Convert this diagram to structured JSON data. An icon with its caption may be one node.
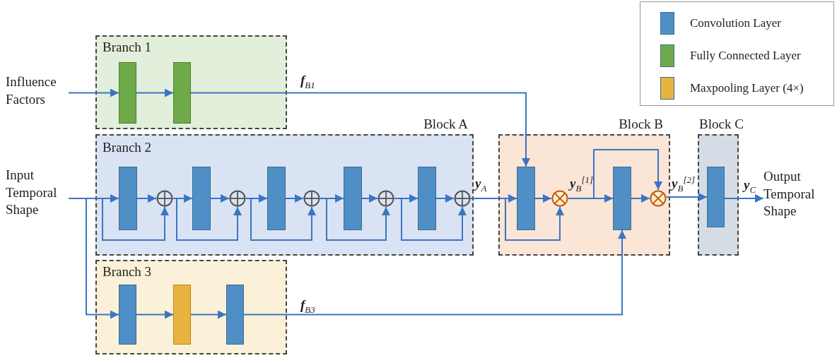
{
  "diagram": {
    "nodes": [
      {
        "text": [
          "Influence Factors"
        ]
      },
      {
        "text": [
          "Branch 1"
        ]
      },
      {
        "text": [],
        "shape": "bar",
        "in": 1
      },
      {
        "text": [],
        "shape": "bar",
        "in": 1
      },
      {
        "text": [
          "Input Temporal Shape"
        ]
      },
      {
        "text": [
          "Block A",
          "Branch 2"
        ]
      },
      {
        "text": [],
        "shape": "bar",
        "in": 5
      },
      {
        "text": [],
        "shape": "circle",
        "in": 5
      },
      {
        "text": [],
        "shape": "bar",
        "in": 5
      },
      {
        "text": [],
        "shape": "circle",
        "in": 5
      },
      {
        "text": [],
        "shape": "bar",
        "in": 5
      },
      {
        "text": [],
        "shape": "circle",
        "in": 5
      },
      {
        "text": [],
        "shape": "bar",
        "in": 5
      },
      {
        "text": [],
        "shape": "circle",
        "in": 5
      },
      {
        "text": [],
        "shape": "bar",
        "in": 5
      },
      {
        "text": [],
        "shape": "circle",
        "in": 5
      },
      {
        "text": [
          "Block B"
        ]
      },
      {
        "text": [],
        "shape": "bar",
        "in": 16
      },
      {
        "text": [],
        "shape": "circle",
        "in": 16
      },
      {
        "text": [],
        "shape": "bar",
        "in": 16
      },
      {
        "text": [],
        "shape": "circle",
        "in": 16
      },
      {
        "text": [
          "Block C"
        ]
      },
      {
        "text": [],
        "shape": "bar",
        "in": 21
      },
      {
        "text": [
          "Output Temporal Shape"
        ]
      },
      {
        "text": [
          "Branch 3"
        ]
      },
      {
        "text": [],
        "shape": "bar",
        "in": 24
      },
      {
        "text": [],
        "shape": "bar",
        "in": 24
      },
      {
        "text": [],
        "shape": "bar",
        "in": 24
      }
    ],
    "edges": [
      {
        "from": 0,
        "to": 2,
        "arrow": "to"
      },
      {
        "from": 2,
        "to": 3,
        "arrow": "to"
      },
      {
        "from": 3,
        "to": 17,
        "arrow": "to",
        "label": "**f**$_{B1}$"
      },
      {
        "from": 4,
        "to": 6,
        "arrow": "to"
      },
      {
        "from": 4,
        "to": 7,
        "arrow": "to"
      },
      {
        "from": 4,
        "to": 25,
        "arrow": "to"
      },
      {
        "from": 6,
        "to": 7,
        "arrow": "to"
      },
      {
        "from": 7,
        "to": 8,
        "arrow": "to"
      },
      {
        "from": 7,
        "to": 9,
        "arrow": "to"
      },
      {
        "from": 8,
        "to": 9,
        "arrow": "to"
      },
      {
        "from": 9,
        "to": 10,
        "arrow": "to"
      },
      {
        "from": 9,
        "to": 11,
        "arrow": "to"
      },
      {
        "from": 10,
        "to": 11,
        "arrow": "to"
      },
      {
        "from": 11,
        "to": 12,
        "arrow": "to"
      },
      {
        "from": 11,
        "to": 13,
        "arrow": "to"
      },
      {
        "from": 12,
        "to": 13,
        "arrow": "to"
      },
      {
        "from": 13,
        "to": 14,
        "arrow": "to"
      },
      {
        "from": 13,
        "to": 15,
        "arrow": "to"
      },
      {
        "from": 14,
        "to": 15,
        "arrow": "to"
      },
      {
        "from": 15,
        "to": 17,
        "arrow": "to",
        "label": "**y**$_{A}$"
      },
      {
        "from": 15,
        "to": 18,
        "arrow": "to"
      },
      {
        "from": 17,
        "to": 18,
        "arrow": "to"
      },
      {
        "from": 18,
        "to": 19,
        "arrow": "to",
        "label": "**y**$_{B}$$^{[1]}$"
      },
      {
        "from": 18,
        "to": 20,
        "arrow": "to"
      },
      {
        "from": 19,
        "to": 20,
        "arrow": "to"
      },
      {
        "from": 20,
        "to": 22,
        "arrow": "to",
        "label": "**y**$_{B}$$^{[2]}$"
      },
      {
        "from": 22,
        "to": 23,
        "arrow": "to",
        "label": "**y**$_{C}$"
      },
      {
        "from": 25,
        "to": 26,
        "arrow": "to"
      },
      {
        "from": 26,
        "to": 27,
        "arrow": "to"
      },
      {
        "from": 27,
        "to": 19,
        "arrow": "to",
        "label": "**f**$_{B3}$"
      }
    ],
    "legend": [
      {
        "text": "Convolution Layer",
        "color": "#4f8fc6"
      },
      {
        "text": "Fully Connected Layer",
        "color": "#6faa4a"
      },
      {
        "text": "Maxpooling Layer (4×)",
        "color": "#e8b43f"
      }
    ]
  }
}
